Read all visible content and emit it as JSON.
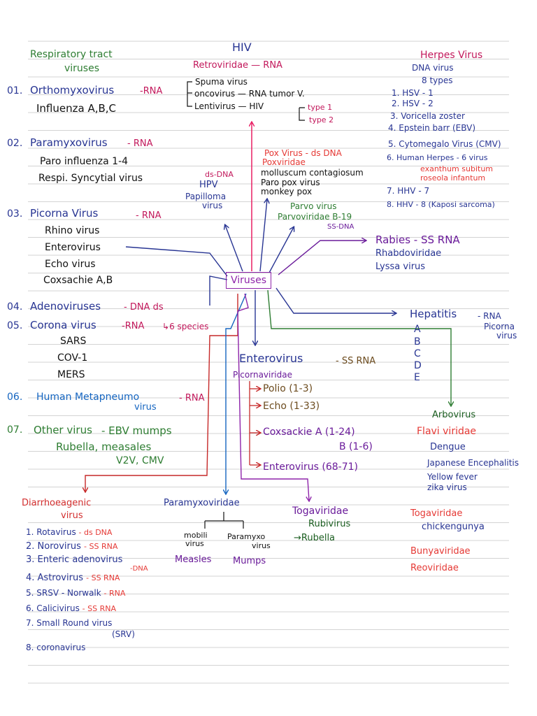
{
  "respiratory": {
    "title1": "Respiratory tract",
    "title2": "viruses",
    "items": [
      {
        "num": "01.",
        "name": "Orthomyxovirus",
        "type": "-RNA",
        "sub": [
          "Influenza A,B,C"
        ]
      },
      {
        "num": "02.",
        "name": "Paramyxovirus",
        "type": "- RNA",
        "sub": [
          "Paro influenza 1-4",
          "Respi. Syncytial virus"
        ]
      },
      {
        "num": "03.",
        "name": "Picorna Virus",
        "type": "- RNA",
        "sub": [
          "Rhino virus",
          "Enterovirus",
          "Echo virus",
          "Coxsachie A,B"
        ]
      },
      {
        "num": "04.",
        "name": "Adenoviruses",
        "type": "- DNA ds",
        "sub": []
      },
      {
        "num": "05.",
        "name": "Corona virus",
        "type": "-RNA",
        "sub": [
          "SARS",
          "COV-1",
          "MERS"
        ]
      },
      {
        "num": "06.",
        "name": "Human Metapneumo",
        "type": "- RNA",
        "sub": [
          "virus"
        ]
      },
      {
        "num": "07.",
        "name": "Other virus",
        "type": "- EBV mumps",
        "sub": [
          "Rubella, measales",
          "V2V, CMV"
        ]
      }
    ],
    "corona_note": "6 species"
  },
  "hiv": {
    "title": "HIV",
    "family": "Retroviridae — RNA",
    "spuma": "Spuma virus",
    "onco": "oncovirus — RNA tumor V.",
    "lenti": "Lentivirus — HIV",
    "type1": "type 1",
    "type2": "type 2"
  },
  "herpes": {
    "title": "Herpes Virus",
    "sub1": "DNA virus",
    "sub2": "8 types",
    "items": [
      "1. HSV - 1",
      "2. HSV - 2",
      "3. Voricella zoster",
      "4. Epstein barr (EBV)",
      "5. Cytomegalo Virus (CMV)",
      "6. Human Herpes - 6 virus"
    ],
    "hhv6_note1": "exanthum subitum",
    "hhv6_note2": "roseola infantum",
    "item7": "7. HHV - 7",
    "item8": "8. HHV - 8 (Kaposi sarcoma)"
  },
  "pox": {
    "title": "Pox Virus - ds DNA",
    "family": "Poxviridae",
    "items": [
      "molluscum contagiosum",
      "Paro pox virus",
      "monkey pox"
    ]
  },
  "papilloma": {
    "line1": "ds-DNA",
    "line2": "HPV",
    "line3": "Papilloma",
    "line4": "virus"
  },
  "parvo": {
    "title": "Parvo virus",
    "family": "Parvoviridae B-19",
    "type": "SS-DNA"
  },
  "rabies": {
    "title": "Rabies - SS RNA",
    "family": "Rhabdoviridae",
    "sub": "Lyssa virus"
  },
  "center": {
    "label": "Viruses"
  },
  "hepatitis": {
    "title": "Hepatitis",
    "type": "- RNA",
    "note1": "Picorna",
    "note2": "virus",
    "letters": [
      "A",
      "B",
      "C",
      "D",
      "E"
    ]
  },
  "enterovirus": {
    "title": "Enterovirus",
    "type": "- SS RNA",
    "family": "Picornaviridae",
    "items": [
      "Polio (1-3)",
      "Echo (1-33)",
      "Coxsackie A (1-24)",
      "B (1-6)",
      "Enterovirus (68-71)"
    ]
  },
  "arbovirus": {
    "title": "Arbovirus",
    "family": "Flavi viridae",
    "items": [
      "Dengue",
      "Japanese Encephalitis",
      "Yellow fever",
      "zika virus"
    ]
  },
  "diarrhoea": {
    "title1": "Diarrhoeagenic",
    "title2": "virus",
    "items": [
      {
        "text": "1. Rotavirus",
        "type": "- ds DNA"
      },
      {
        "text": "2. Norovirus",
        "type": "- SS RNA"
      },
      {
        "text": "3. Enteric adenovirus",
        "type": "-DNA"
      },
      {
        "text": "4. Astrovirus",
        "type": "- SS RNA"
      },
      {
        "text": "5. SRSV - Norwalk",
        "type": "- RNA"
      },
      {
        "text": "6. Calicivirus",
        "type": "- SS RNA"
      },
      {
        "text": "7. Small Round virus",
        "type": ""
      },
      {
        "text": "8. coronavirus",
        "type": ""
      }
    ],
    "srv": "(SRV)"
  },
  "paramyxoviridae": {
    "title": "Paramyxoviridae",
    "left1": "mobili",
    "left2": "virus",
    "right1": "Paramyxo",
    "right2": "virus",
    "measles": "Measles",
    "mumps": "Mumps"
  },
  "togaviridae": {
    "title": "Togaviridae",
    "sub": "Rubivirus",
    "child": "→Rubella"
  },
  "right_bottom": {
    "toga": "Togaviridae",
    "chik": "chickengunya",
    "bunya": "Bunyaviridae",
    "reo": "Reoviridae"
  },
  "colors": {
    "green": "#2e7d32",
    "navy": "#283593",
    "magenta": "#c2185b",
    "purple": "#8e24aa",
    "red": "#e53935",
    "orange": "#e65100"
  }
}
